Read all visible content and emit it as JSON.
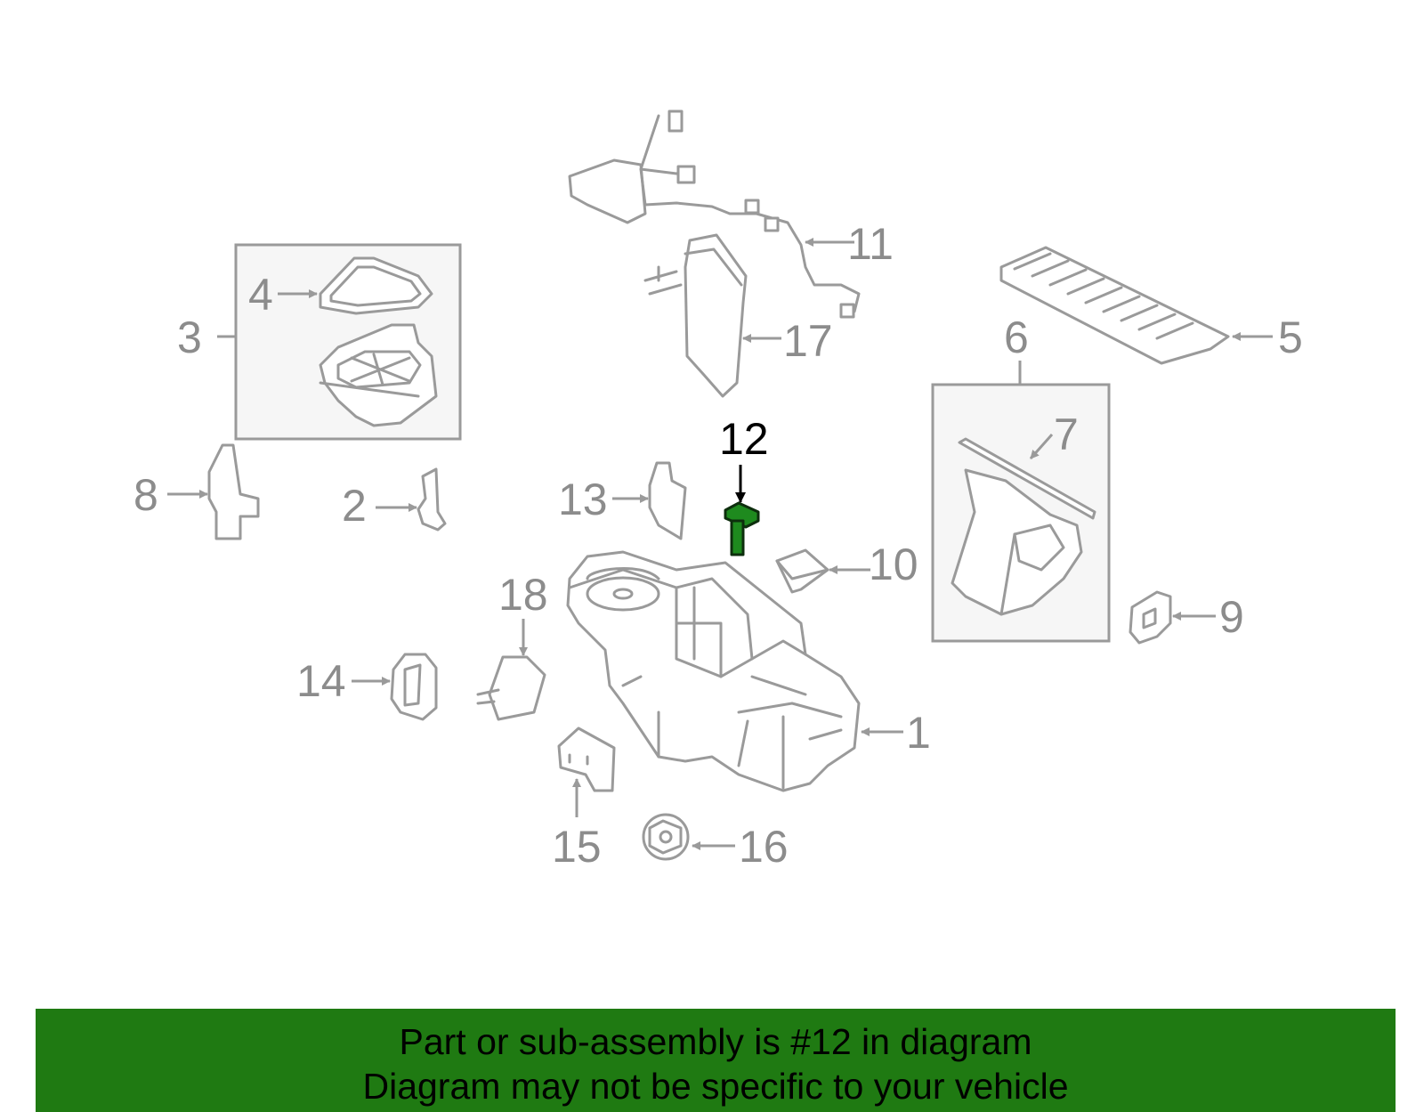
{
  "diagram": {
    "highlighted_part": "12",
    "highlight_color": "#1e8a1e",
    "callouts": {
      "c1": "1",
      "c2": "2",
      "c3": "3",
      "c4": "4",
      "c5": "5",
      "c6": "6",
      "c7": "7",
      "c8": "8",
      "c9": "9",
      "c10": "10",
      "c11": "11",
      "c12": "12",
      "c13": "13",
      "c14": "14",
      "c15": "15",
      "c16": "16",
      "c17": "17",
      "c18": "18"
    }
  },
  "banner": {
    "color": "#1f7a12",
    "line1": "Part or sub-assembly is #12 in diagram",
    "line2": "Diagram may not be specific to your vehicle"
  }
}
